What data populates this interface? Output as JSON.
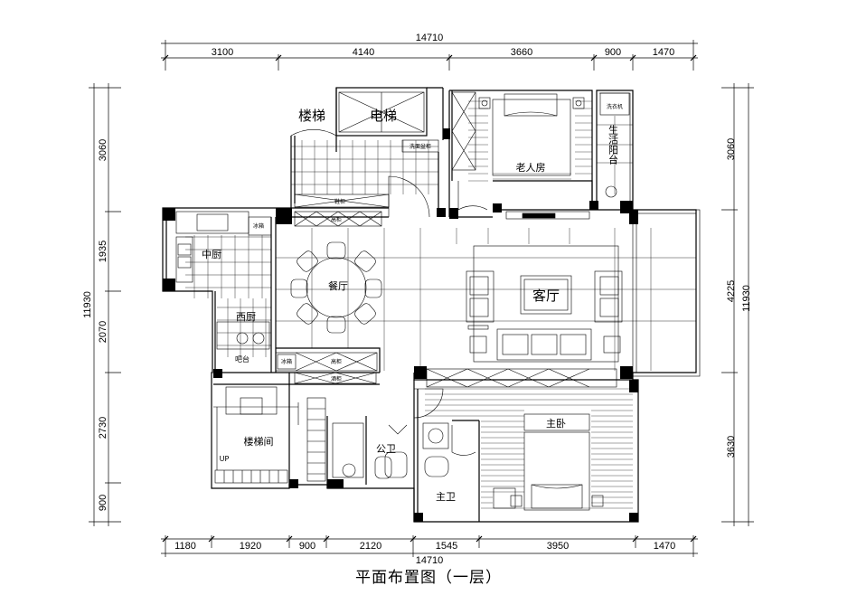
{
  "title": "平面布置图（一层）",
  "dimensions": {
    "top_total": "14710",
    "top": [
      "3100",
      "4140",
      "3660",
      "900",
      "1470"
    ],
    "bottom_total": "14710",
    "bottom": [
      "1180",
      "1920",
      "900",
      "2120",
      "1545",
      "3950",
      "1470"
    ],
    "left_total": "11930",
    "left": [
      "3060",
      "1935",
      "2070",
      "2730",
      "900"
    ],
    "right_total": "11930",
    "right": [
      "3060",
      "4225",
      "3630"
    ]
  },
  "rooms": {
    "stairs": "楼梯",
    "elevator": "电梯",
    "elderly_room": "老人房",
    "laundry": "洗衣机",
    "service_balcony": "生活阳台",
    "dining": "餐厅",
    "living": "客厅",
    "chinese_kitchen": "中厨",
    "western_kitchen": "西厨",
    "bar": "吧台",
    "master_bedroom": "主卧",
    "public_bath": "公卫",
    "master_bath": "主卫",
    "stairwell": "楼梯间",
    "up": "UP"
  },
  "labels": {
    "shoe_cabinet": "鞋柜",
    "tall_cabinet": "高柜",
    "fridge": "冰箱",
    "wine_cabinet": "酒柜",
    "washbasin_cabinet": "洗面盆柜"
  }
}
